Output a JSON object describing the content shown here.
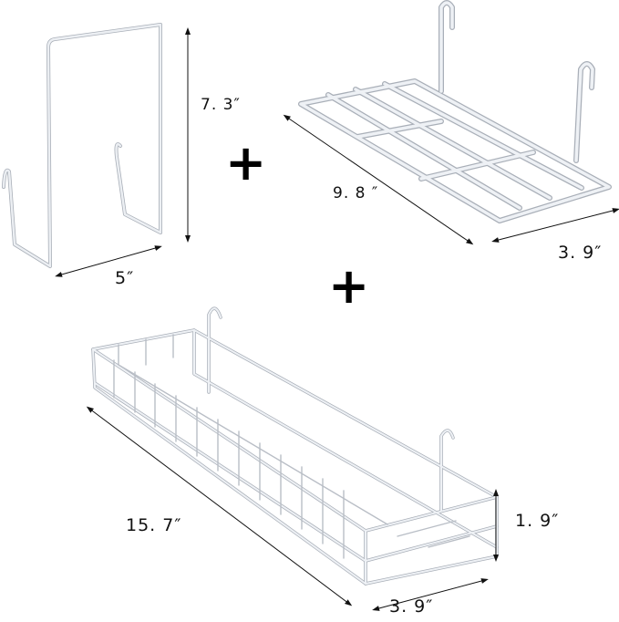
{
  "products": [
    {
      "name": "wall hook holder",
      "dimensions": {
        "height": "7. 3″",
        "width": "5″"
      }
    },
    {
      "name": "wire shelf",
      "dimensions": {
        "length": "9. 8 ″",
        "depth": "3. 9″"
      }
    },
    {
      "name": "wire basket",
      "dimensions": {
        "length": "15. 7″",
        "height": "1. 9″",
        "depth": "3. 9″"
      }
    }
  ],
  "separators": [
    "+",
    "+"
  ],
  "colors": {
    "background": "#ffffff",
    "wire": "#e6e9ee",
    "wire_shadow": "#a9afb8",
    "annotation": "#111111"
  }
}
